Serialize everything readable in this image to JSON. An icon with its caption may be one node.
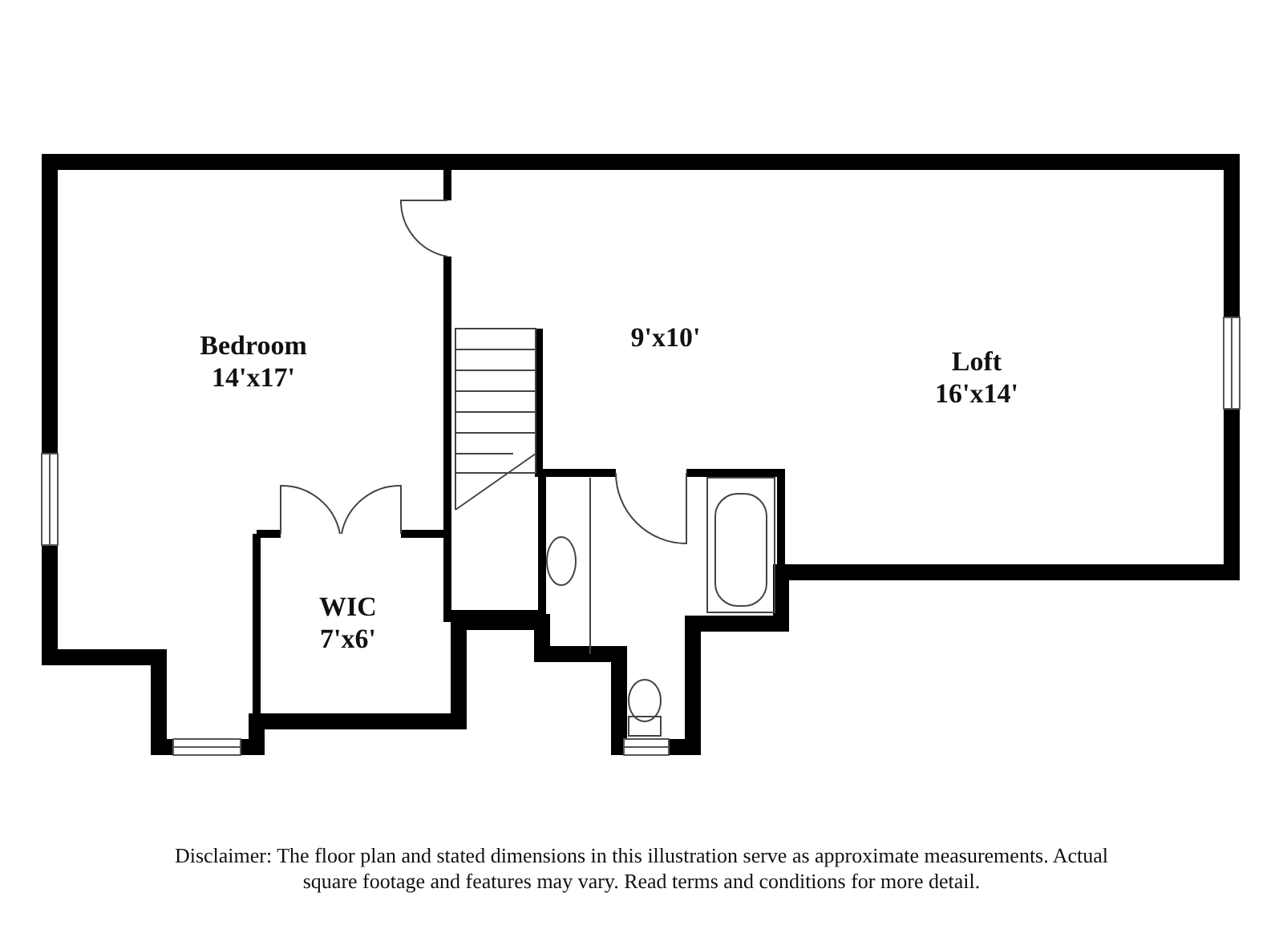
{
  "diagram": {
    "caption": "Disclaimer: The floor plan and stated dimensions in this illustration serve as approximate measurements. Actual square footage and features may vary. Read terms and conditions for more detail.",
    "labels": [
      "Bedroom",
      "14'x17'",
      "9'x10'",
      "Loft",
      "16'x14'",
      "WIC",
      "7'x6'"
    ]
  }
}
